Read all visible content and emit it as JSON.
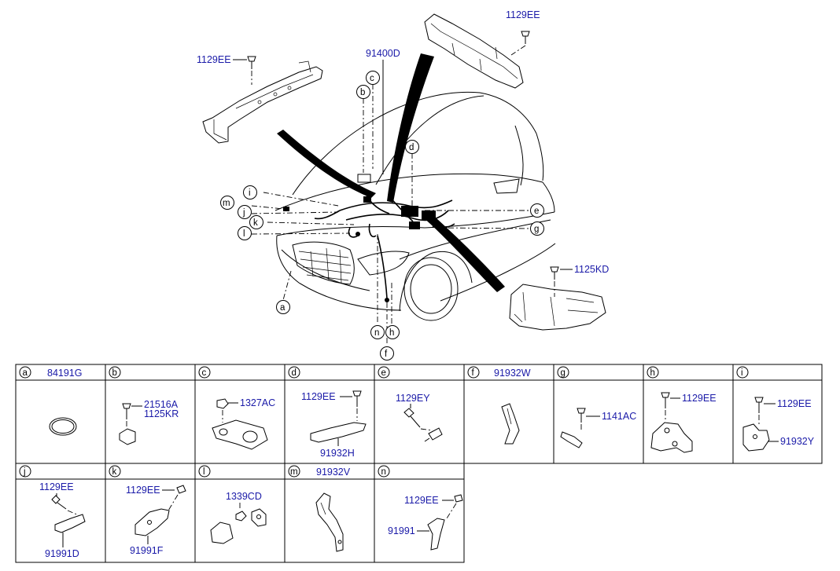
{
  "main_labels": {
    "bolt_left": "1129EE",
    "bolt_right": "1129EE",
    "harness": "91400D",
    "bolt_airduct": "1125KD"
  },
  "callouts": [
    "a",
    "b",
    "c",
    "d",
    "e",
    "f",
    "g",
    "h",
    "i",
    "j",
    "k",
    "l",
    "m",
    "n"
  ],
  "table": {
    "row1": [
      {
        "letter": "a",
        "header_part": "84191G",
        "parts": []
      },
      {
        "letter": "b",
        "header_part": "",
        "parts": [
          "21516A",
          "1125KR"
        ]
      },
      {
        "letter": "c",
        "header_part": "",
        "parts": [
          "1327AC"
        ]
      },
      {
        "letter": "d",
        "header_part": "",
        "parts": [
          "1129EE",
          "91932H"
        ]
      },
      {
        "letter": "e",
        "header_part": "",
        "parts": [
          "1129EY"
        ]
      },
      {
        "letter": "f",
        "header_part": "91932W",
        "parts": []
      },
      {
        "letter": "g",
        "header_part": "",
        "parts": [
          "1141AC"
        ]
      },
      {
        "letter": "h",
        "header_part": "",
        "parts": [
          "1129EE"
        ]
      },
      {
        "letter": "i",
        "header_part": "",
        "parts": [
          "1129EE",
          "91932Y"
        ]
      }
    ],
    "row2": [
      {
        "letter": "j",
        "header_part": "",
        "parts": [
          "1129EE",
          "91991D"
        ]
      },
      {
        "letter": "k",
        "header_part": "",
        "parts": [
          "1129EE",
          "91991F"
        ]
      },
      {
        "letter": "l",
        "header_part": "",
        "parts": [
          "1339CD"
        ]
      },
      {
        "letter": "m",
        "header_part": "91932V",
        "parts": []
      },
      {
        "letter": "n",
        "header_part": "",
        "parts": [
          "1129EE",
          "91991"
        ]
      }
    ]
  }
}
